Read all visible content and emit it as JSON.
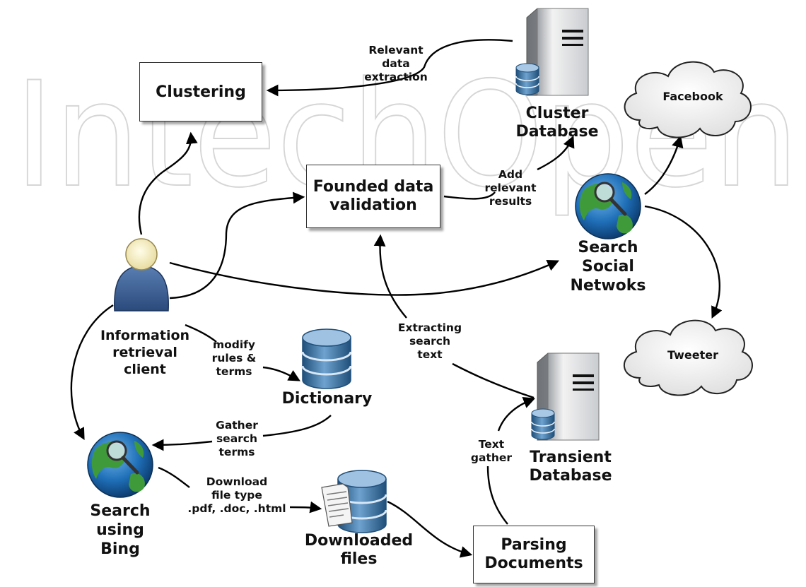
{
  "watermark": "IntechOpen",
  "nodes": {
    "clustering": "Clustering",
    "validation_line1": "Founded data",
    "validation_line2": "validation",
    "parsing_line1": "Parsing",
    "parsing_line2": "Documents",
    "cluster_db_line1": "Cluster",
    "cluster_db_line2": "Database",
    "social_line1": "Search",
    "social_line2": "Social",
    "social_line3": "Netwoks",
    "facebook": "Facebook",
    "tweeter": "Tweeter",
    "client_line1": "Information",
    "client_line2": "retrieval",
    "client_line3": "client",
    "dictionary": "Dictionary",
    "bing_line1": "Search",
    "bing_line2": "using",
    "bing_line3": "Bing",
    "downloaded_line1": "Downloaded",
    "downloaded_line2": "files",
    "transient_line1": "Transient",
    "transient_line2": "Database"
  },
  "edges": {
    "relevant_line1": "Relevant",
    "relevant_line2": "data",
    "relevant_line3": "extraction",
    "add_line1": "Add",
    "add_line2": "relevant",
    "add_line3": "results",
    "modify_line1": "modify",
    "modify_line2": "rules &",
    "modify_line3": "terms",
    "extracting_line1": "Extracting",
    "extracting_line2": "search",
    "extracting_line3": "text",
    "gather_line1": "Gather",
    "gather_line2": "search",
    "gather_line3": "terms",
    "download_line1": "Download",
    "download_line2": "file type",
    "download_line3": ".pdf, .doc, .html",
    "textgather_line1": "Text",
    "textgather_line2": "gather"
  }
}
